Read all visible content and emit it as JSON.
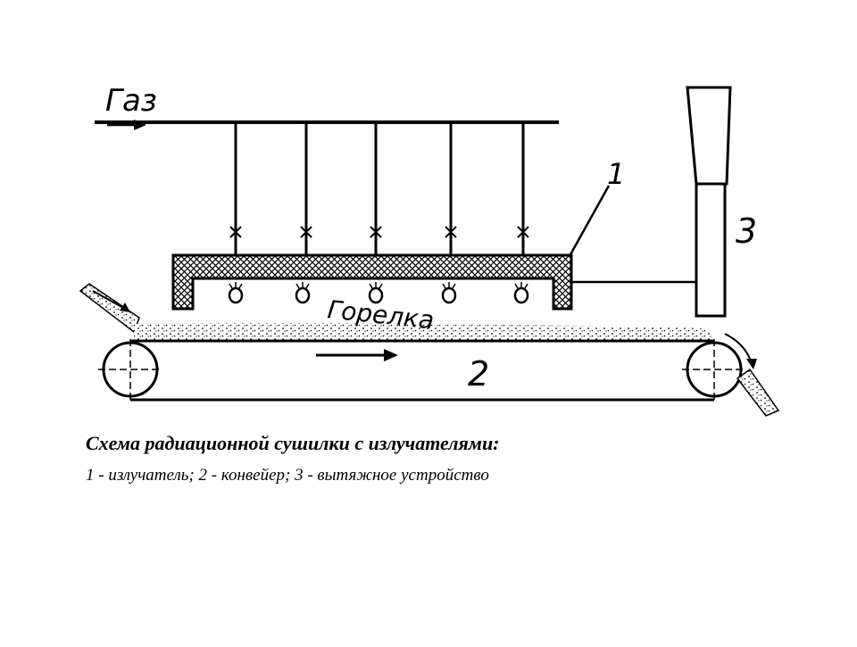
{
  "diagram": {
    "labels": {
      "gas": "Газ",
      "burner": "Горелка",
      "emitter_number": "1",
      "conveyor_number": "2",
      "exhaust_number": "3"
    }
  },
  "caption": {
    "title": "Схема радиационной сушилки с излучателями:",
    "legend": "1 - излучатель; 2 - конвейер; 3 - вытяжное устройство"
  }
}
